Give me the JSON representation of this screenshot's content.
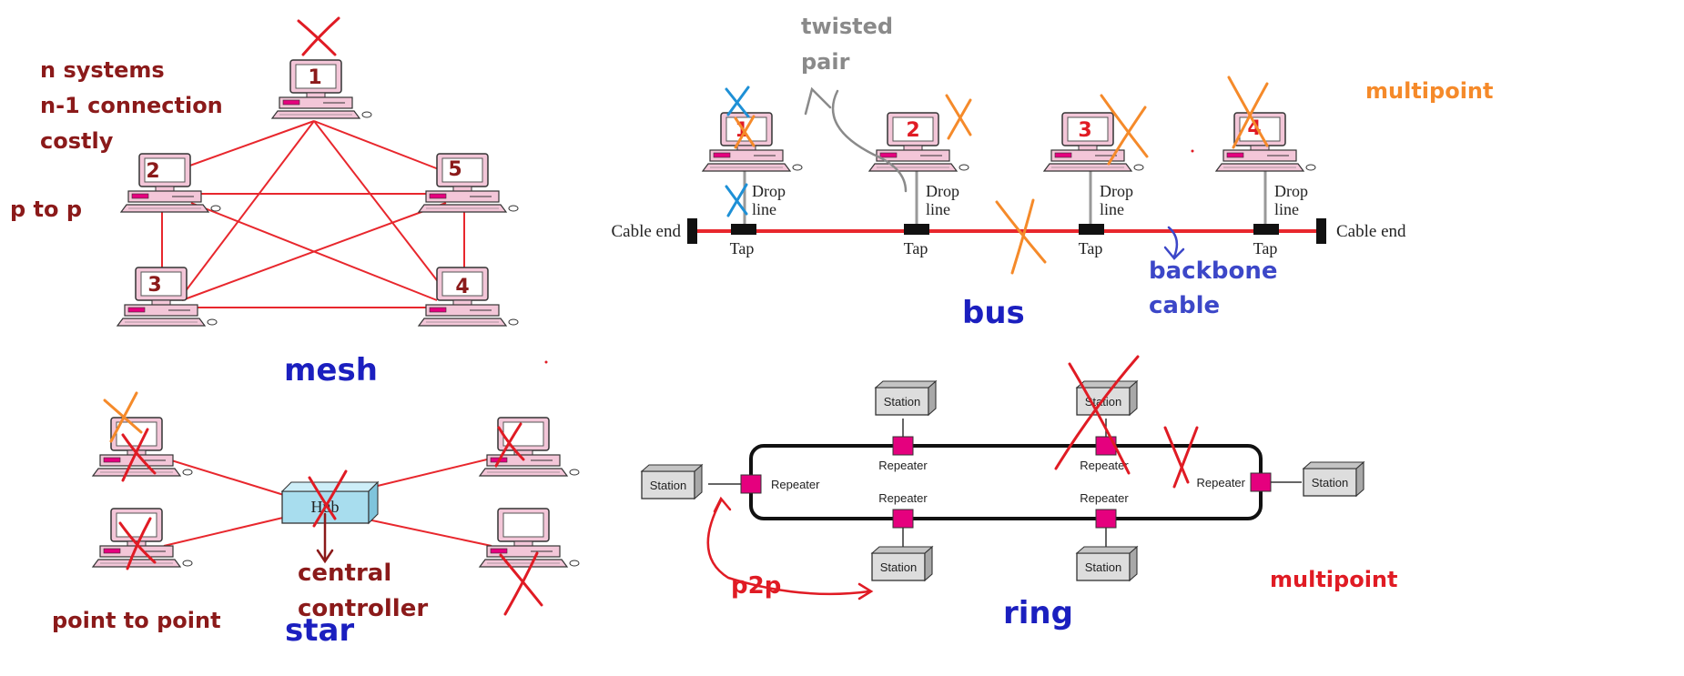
{
  "colors": {
    "maroon": "#8b1a1a",
    "blue": "#1b1fbf",
    "orange": "#f58a2a",
    "red": "#e01b24",
    "gray": "#808080",
    "indigo": "#3c47c8",
    "magenta": "#e5007e",
    "line_red": "#e8272d",
    "computer_pink": "#f3c6d8",
    "hub_cyan": "#a8ddee"
  },
  "mesh": {
    "title": "mesh",
    "note_lines": [
      "n systems",
      "n-1 connection",
      "costly"
    ],
    "side_note": "p to p",
    "computers": [
      "1",
      "2",
      "3",
      "4",
      "5"
    ]
  },
  "bus": {
    "title": "bus",
    "computers": [
      "1",
      "2",
      "3",
      "4"
    ],
    "drop_line_label": [
      "Drop",
      "line"
    ],
    "tap_label": "Tap",
    "cable_end_left": "Cable end",
    "cable_end_right": "Cable end",
    "note_twisted": [
      "twisted",
      "pair"
    ],
    "note_backbone": [
      "backbone",
      "cable"
    ],
    "note_multipoint": "multipoint"
  },
  "star": {
    "title": "star",
    "hub_label": "Hub",
    "note_central": [
      "central",
      "controller"
    ],
    "note_p2p": "point to point"
  },
  "ring": {
    "title": "ring",
    "station_label": "Station",
    "repeater_label": "Repeater",
    "note_p2p": "p2p",
    "note_multipoint": "multipoint"
  }
}
